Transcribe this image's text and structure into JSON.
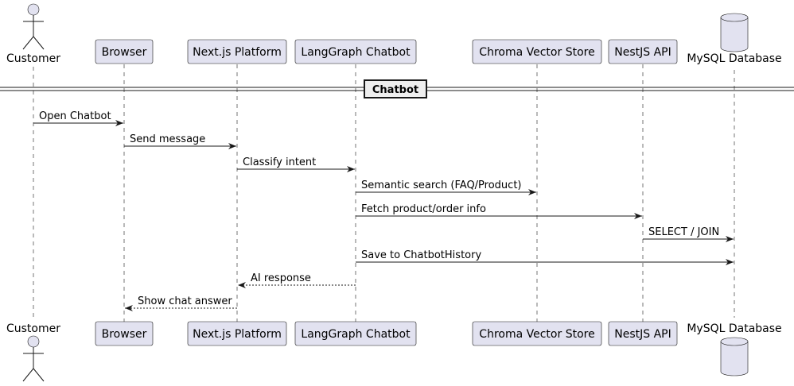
{
  "participants": [
    {
      "id": "customer",
      "label": "Customer",
      "kind": "actor"
    },
    {
      "id": "browser",
      "label": "Browser",
      "kind": "participant"
    },
    {
      "id": "nextjs",
      "label": "Next.js Platform",
      "kind": "participant"
    },
    {
      "id": "langgraph",
      "label": "LangGraph Chatbot",
      "kind": "participant"
    },
    {
      "id": "chroma",
      "label": "Chroma Vector Store",
      "kind": "participant"
    },
    {
      "id": "nestjs",
      "label": "NestJS API",
      "kind": "participant"
    },
    {
      "id": "mysql",
      "label": "MySQL Database",
      "kind": "database"
    }
  ],
  "section": {
    "label": "Chatbot"
  },
  "messages": [
    {
      "from": "customer",
      "to": "browser",
      "label": "Open Chatbot",
      "style": "solid"
    },
    {
      "from": "browser",
      "to": "nextjs",
      "label": "Send message",
      "style": "solid"
    },
    {
      "from": "nextjs",
      "to": "langgraph",
      "label": "Classify intent",
      "style": "solid"
    },
    {
      "from": "langgraph",
      "to": "chroma",
      "label": "Semantic search (FAQ/Product)",
      "style": "solid"
    },
    {
      "from": "langgraph",
      "to": "nestjs",
      "label": "Fetch product/order info",
      "style": "solid"
    },
    {
      "from": "nestjs",
      "to": "mysql",
      "label": "SELECT / JOIN",
      "style": "solid"
    },
    {
      "from": "langgraph",
      "to": "mysql",
      "label": "Save to ChatbotHistory",
      "style": "solid"
    },
    {
      "from": "langgraph",
      "to": "nextjs",
      "label": "AI response",
      "style": "dashed"
    },
    {
      "from": "nextjs",
      "to": "browser",
      "label": "Show chat answer",
      "style": "dashed"
    }
  ],
  "colors": {
    "box_fill": "#E2E2F0",
    "stroke": "#181818",
    "background": "#FFFFFF"
  }
}
